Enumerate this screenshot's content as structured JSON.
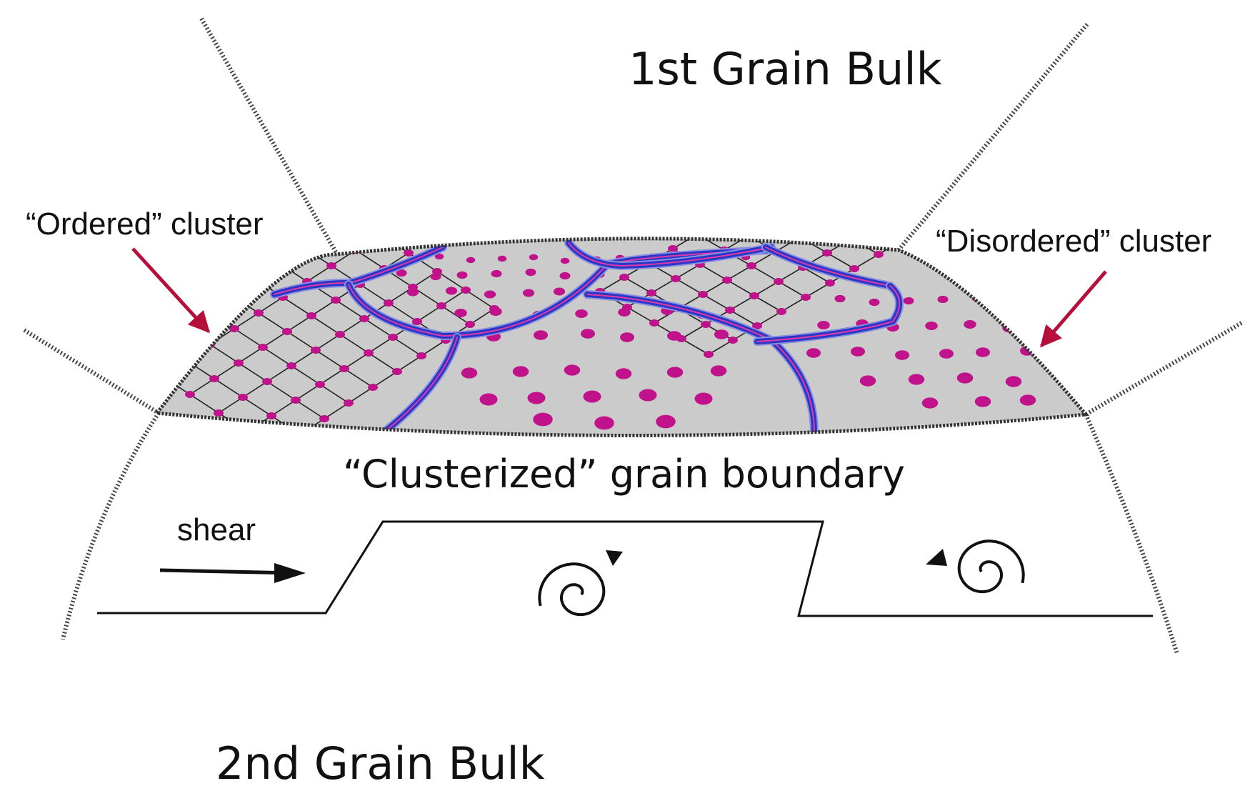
{
  "labels": {
    "first_grain": "1st Grain Bulk",
    "second_grain": "2nd Grain Bulk",
    "boundary": "“Clusterized” grain boundary",
    "ordered_cluster": "“Ordered” cluster",
    "disordered_cluster": "“Disordered” cluster",
    "shear": "shear"
  },
  "colors": {
    "boundary_fill": "#cbcbcb",
    "atom": "#c0128a",
    "cluster_boundary": "#2a36c8",
    "cluster_boundary_core": "#e03aa6",
    "callout_arrow": "#b5103c",
    "lines": "#111111"
  },
  "icons": {
    "shear_arrow": "right-arrow",
    "vortex_center": "clockwise-spiral",
    "vortex_right": "counterclockwise-spiral"
  }
}
